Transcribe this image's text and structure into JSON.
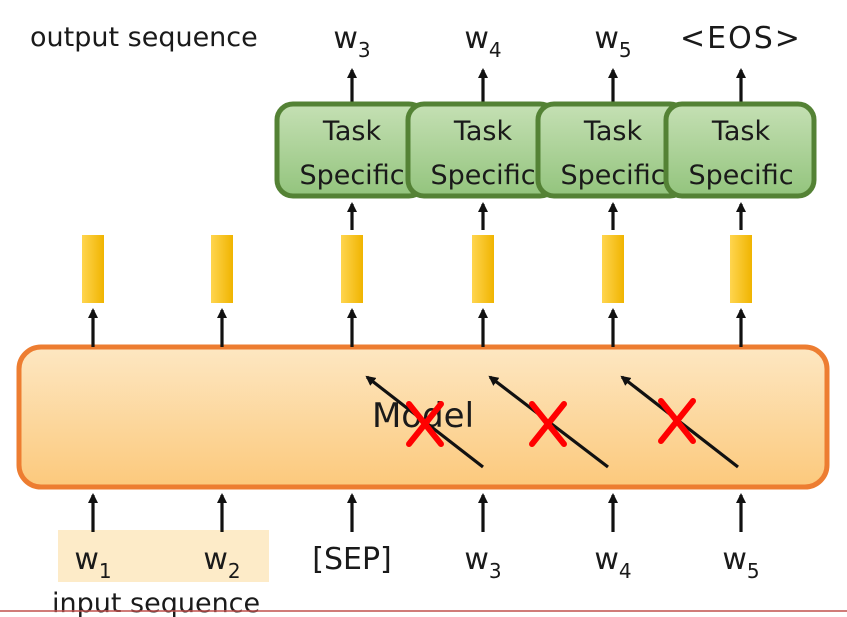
{
  "labels": {
    "output_sequence": "output sequence",
    "input_sequence": "input sequence",
    "model": "Model"
  },
  "outputs": [
    {
      "base": "w",
      "sub": "3"
    },
    {
      "base": "w",
      "sub": "4"
    },
    {
      "base": "w",
      "sub": "5"
    },
    {
      "base": "<EOS>",
      "sub": ""
    }
  ],
  "task_blocks": [
    {
      "line1": "Task",
      "line2": "Specific"
    },
    {
      "line1": "Task",
      "line2": "Specific"
    },
    {
      "line1": "Task",
      "line2": "Specific"
    },
    {
      "line1": "Task",
      "line2": "Specific"
    }
  ],
  "inputs": [
    {
      "base": "w",
      "sub": "1"
    },
    {
      "base": "w",
      "sub": "2"
    },
    {
      "base": "[SEP]",
      "sub": ""
    },
    {
      "base": "w",
      "sub": "3"
    },
    {
      "base": "w",
      "sub": "4"
    },
    {
      "base": "w",
      "sub": "5"
    }
  ],
  "colors": {
    "model_fill": "#fdd9a0",
    "model_stroke": "#ed7d31",
    "task_fill": "#a9d18e",
    "task_stroke": "#548235",
    "vector_fill": "#ffc000",
    "cross": "#ff0000",
    "input_highlight": "#fdebc8",
    "baseline": "#c0504d"
  }
}
